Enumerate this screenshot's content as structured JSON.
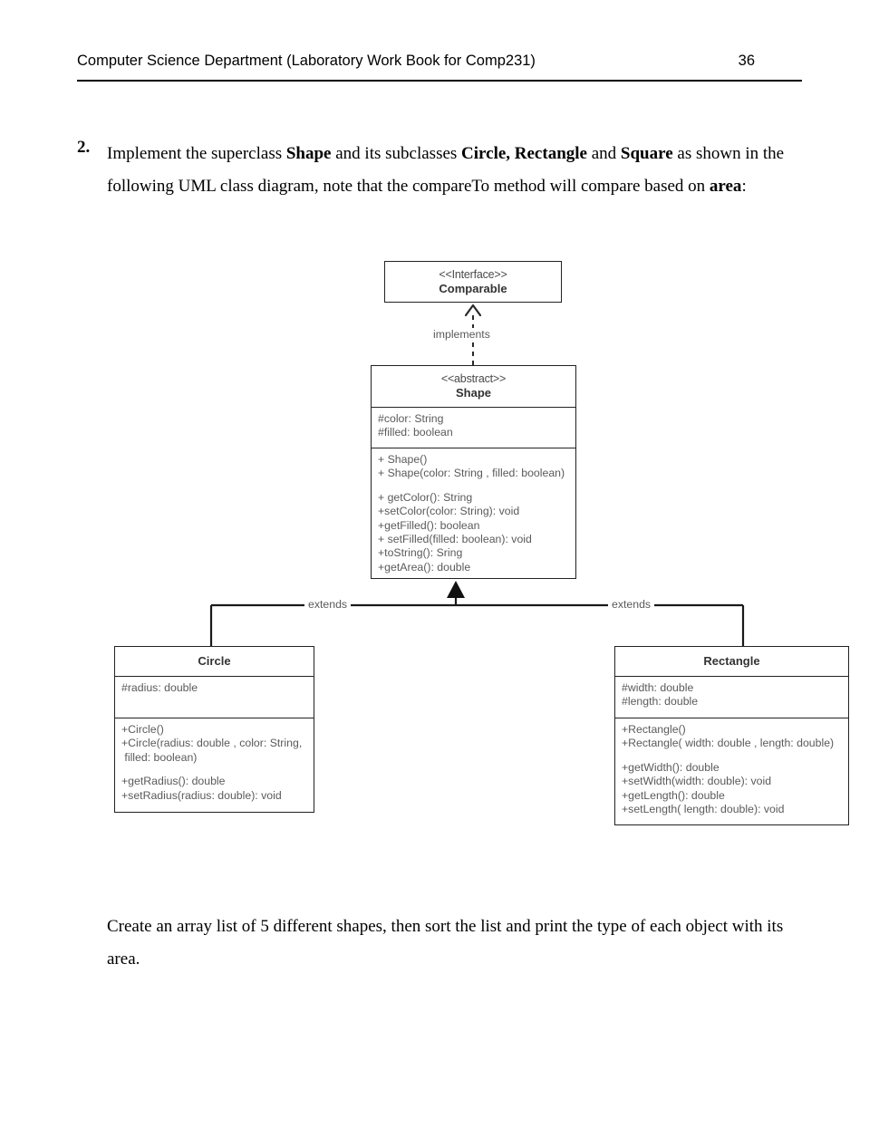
{
  "header": {
    "title": "Computer Science Department (Laboratory Work Book for Comp231)",
    "page_number": "36"
  },
  "question": {
    "number": "2.",
    "text_parts": {
      "p1": "Implement the superclass ",
      "b1": "Shape",
      "p2": " and its subclasses ",
      "b2": "Circle, Rectangle",
      "p3": " and ",
      "b3": "Square",
      "p4": " as shown in the following UML class diagram, note that the compareTo method will compare based on ",
      "b4": "area",
      "p5": ":"
    }
  },
  "closing_text": "Create an array list of 5 different shapes, then sort the list and print the type of each object with its area.",
  "diagram": {
    "classes": {
      "comparable": {
        "stereotype": "<<Interface>>",
        "name": "Comparable"
      },
      "shape": {
        "stereotype": "<<abstract>>",
        "name": "Shape",
        "attributes": [
          "#color: String",
          "#filled: boolean"
        ],
        "methods": [
          "+ Shape()",
          "+ Shape(color: String , filled: boolean)",
          "",
          "+ getColor(): String",
          "+setColor(color: String): void",
          "+getFilled(): boolean",
          "+ setFilled(filled: boolean): void",
          "+toString(): Sring",
          "+getArea(): double"
        ]
      },
      "circle": {
        "name": "Circle",
        "attributes": [
          "#radius: double"
        ],
        "methods": [
          "+Circle()",
          "+Circle(radius: double , color: String,",
          " filled: boolean)",
          "",
          "+getRadius(): double",
          "+setRadius(radius: double): void"
        ]
      },
      "rectangle": {
        "name": "Rectangle",
        "attributes": [
          "#width: double",
          "#length: double"
        ],
        "methods": [
          "+Rectangle()",
          "+Rectangle( width: double , length: double)",
          "",
          "+getWidth(): double",
          "+setWidth(width: double): void",
          "+getLength(): double",
          "+setLength( length: double): void"
        ]
      }
    },
    "relations": {
      "implements_label": "implements",
      "extends_left_label": "extends",
      "extends_right_label": "extends"
    }
  },
  "colors": {
    "ink": "#000000",
    "diagram_text": "#5a5a5a",
    "diagram_border": "#222222",
    "page_background": "#ffffff"
  }
}
